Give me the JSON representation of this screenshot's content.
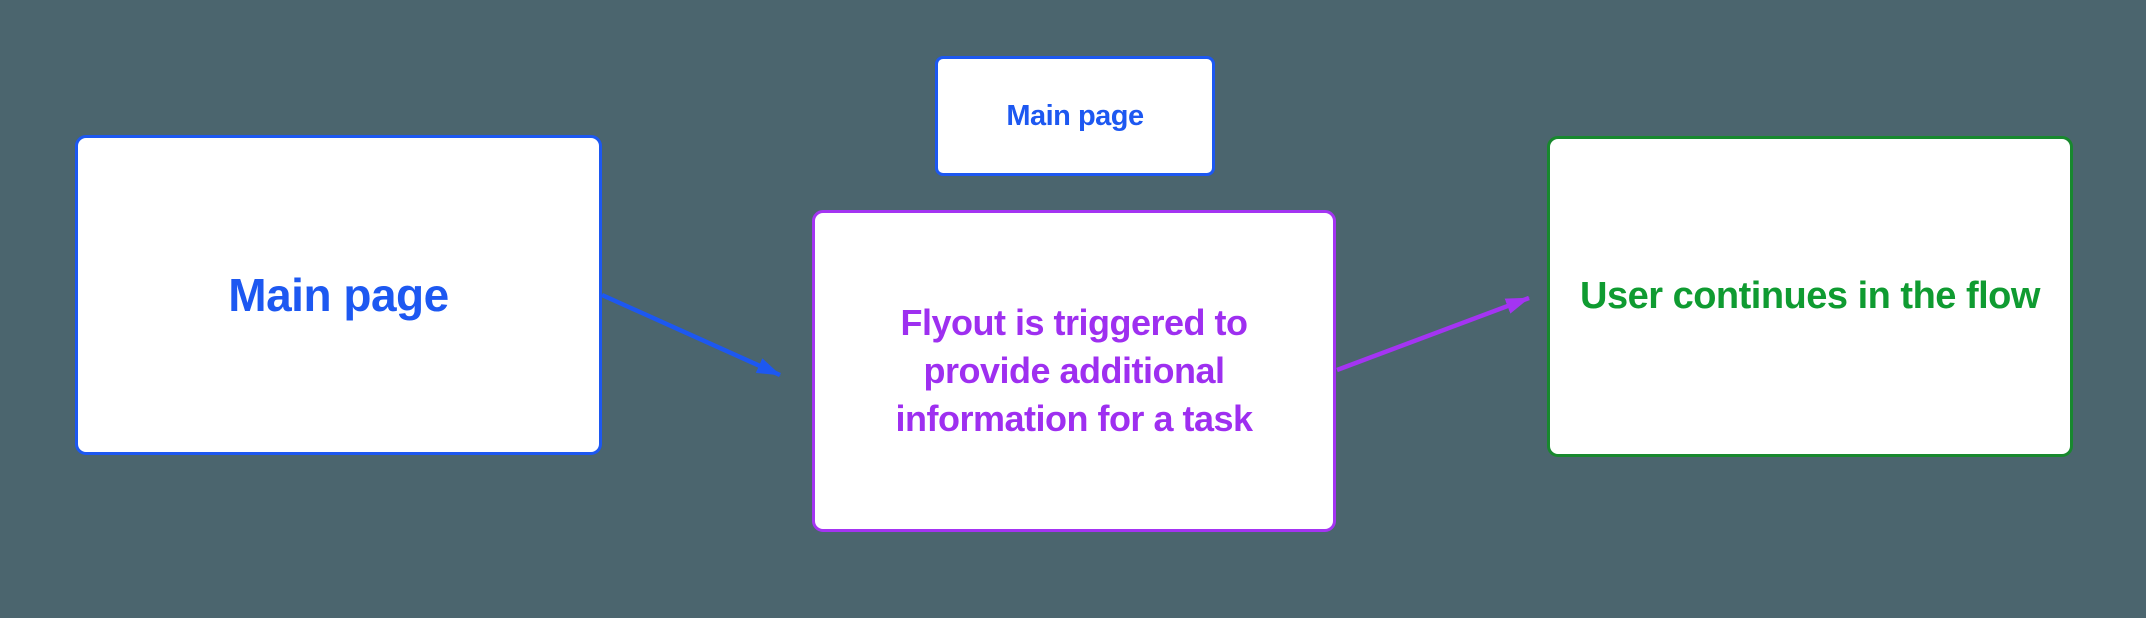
{
  "colors": {
    "bg": "#4b656e",
    "node_bg": "#ffffff",
    "blue": "#1d58f1",
    "purple": "#a434f2",
    "purple_text": "#9e2ff0",
    "green_border": "#18882e",
    "green_text": "#0f9b31"
  },
  "diagram": {
    "nodes": [
      {
        "id": "main-page",
        "label": "Main page",
        "color": "blue"
      },
      {
        "id": "main-page-small",
        "label": "Main page",
        "color": "blue"
      },
      {
        "id": "flyout",
        "label": "Flyout is triggered to provide additional information for a task",
        "color": "purple"
      },
      {
        "id": "user-continues",
        "label": "User continues in the flow",
        "color": "green"
      }
    ],
    "connectors": [
      {
        "from": "main-page",
        "to": "flyout",
        "color": "blue"
      },
      {
        "from": "flyout",
        "to": "user-continues",
        "color": "purple"
      }
    ]
  }
}
